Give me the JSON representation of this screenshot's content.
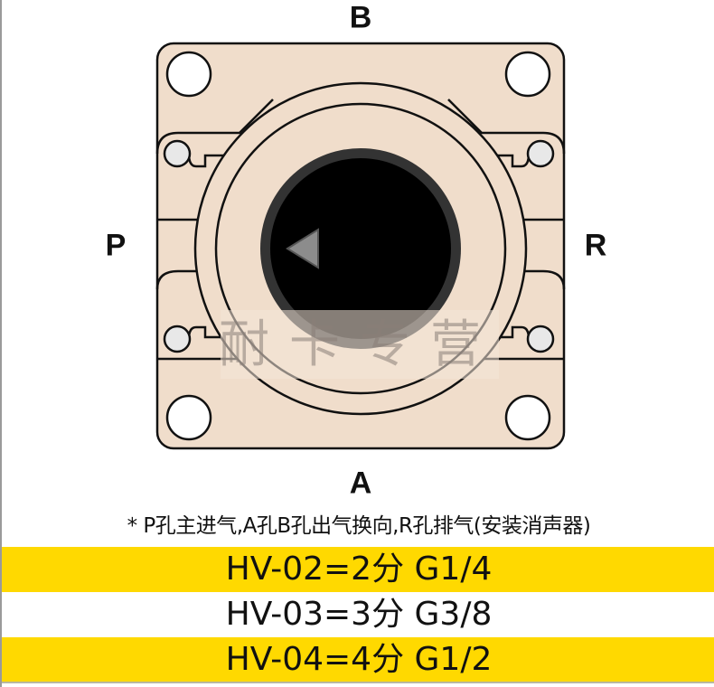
{
  "ports": {
    "top": "B",
    "left": "P",
    "right": "R",
    "bottom": "A"
  },
  "watermark": "耐卡专营",
  "note": "* P孔主进气,A孔B孔出气换向,R孔排气(安装消声器)",
  "models": [
    {
      "text": "HV-02=2分  G1/4",
      "highlight": true
    },
    {
      "text": "HV-03=3分  G3/8",
      "highlight": false
    },
    {
      "text": "HV-04=4分  G1/2",
      "highlight": true
    }
  ],
  "colors": {
    "body": "#F0DDCB",
    "highlight": "#FFD900",
    "knob": "#000000",
    "knob_rim": "#333333",
    "port_hole": "#E8E8E8"
  },
  "icons": {
    "knob_indicator": "triangle-left-icon"
  }
}
